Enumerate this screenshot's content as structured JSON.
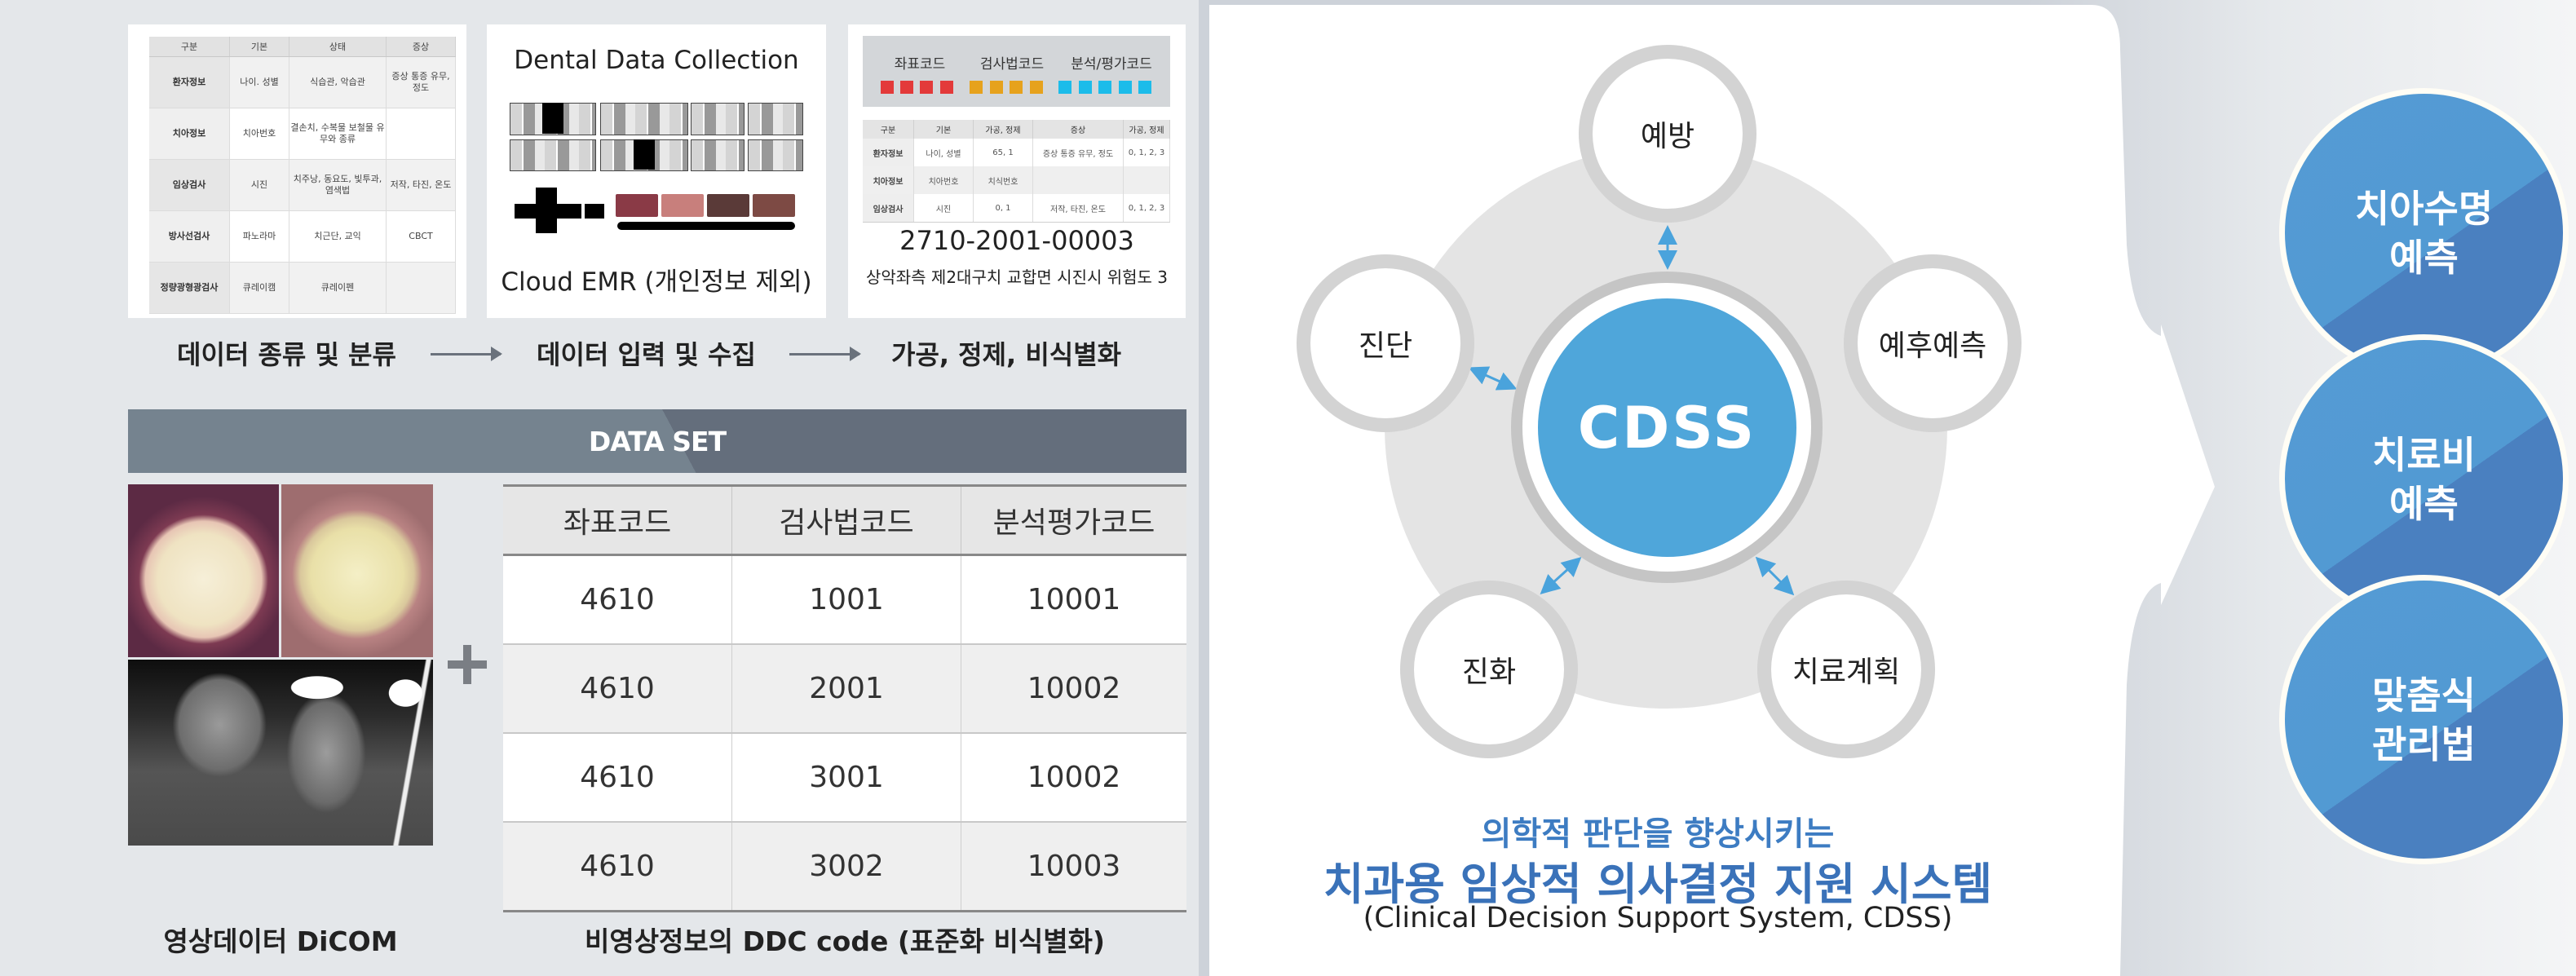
{
  "card_classification": {
    "headers": [
      "구분",
      "기본",
      "상태",
      "증상"
    ],
    "rows": [
      [
        "환자정보",
        "나이. 성별",
        "식습관, 악습관",
        "증상 통증 유무, 정도"
      ],
      [
        "치아정보",
        "치아번호",
        "결손치, 수복물 보철물 유무와 종류",
        ""
      ],
      [
        "임상검사",
        "시진",
        "치주낭, 동요도, 빛투과, 염색법",
        "저작, 타진, 온도"
      ],
      [
        "방사선검사",
        "파노라마",
        "치근단, 교익",
        "CBCT"
      ],
      [
        "정량광형광검사",
        "큐레이캠",
        "큐레이펜",
        ""
      ]
    ]
  },
  "card_collection": {
    "title": "Dental Data Collection",
    "caption": "Cloud EMR (개인정보 제외)"
  },
  "card_processing": {
    "legend": [
      {
        "label": "좌표코드",
        "count": 4,
        "color": "#e33a3a"
      },
      {
        "label": "검사법코드",
        "count": 4,
        "color": "#e6a21d"
      },
      {
        "label": "분석/평가코드",
        "count": 5,
        "color": "#1cbcea"
      }
    ],
    "headers": [
      "구분",
      "기본",
      "가공, 정제",
      "증상",
      "가공, 정제"
    ],
    "rows": [
      [
        "환자정보",
        "나이, 성별",
        "65, 1",
        "증상 통증 유무, 정도",
        "0, 1, 2, 3"
      ],
      [
        "치아정보",
        "치아번호",
        "치식번호",
        "",
        ""
      ],
      [
        "임상검사",
        "시진",
        "0, 1",
        "저작, 타진, 온도",
        "0, 1, 2, 3"
      ]
    ],
    "code": "2710-2001-00003",
    "description": "상악좌측 제2대구치 교합면 시진시 위험도 3"
  },
  "flow": {
    "step1": "데이터 종류 및 분류",
    "step2": "데이터 입력 및 수집",
    "step3": "가공, 정제, 비식별화"
  },
  "dataset": {
    "title": "DATA SET",
    "image_caption": "영상데이터 DiCOM",
    "plus": "+",
    "table": {
      "headers": [
        "좌표코드",
        "검사법코드",
        "분석평가코드"
      ],
      "rows": [
        [
          "4610",
          "1001",
          "10001"
        ],
        [
          "4610",
          "2001",
          "10002"
        ],
        [
          "4610",
          "3001",
          "10002"
        ],
        [
          "4610",
          "3002",
          "10003"
        ]
      ]
    },
    "table_caption": "비영상정보의 DDC code (표준화 비식별화)"
  },
  "cdss": {
    "center": "CDSS",
    "nodes": {
      "top": "예방",
      "right": "예후예측",
      "bottom_right": "치료계획",
      "bottom_left": "진화",
      "left": "진단"
    },
    "subtitle": "의학적 판단을 향상시키는",
    "title": "치과용 임상적 의사결정 지원 시스템",
    "english": "(Clinical Decision Support System, CDSS)",
    "colors": {
      "center_blue": "#4fa6da",
      "title_blue": "#3a72b9"
    }
  },
  "outcomes": [
    {
      "line1": "치아수명",
      "line2": "예측"
    },
    {
      "line1": "치료비",
      "line2": "예측"
    },
    {
      "line1": "맞춤식",
      "line2": "관리법"
    }
  ]
}
